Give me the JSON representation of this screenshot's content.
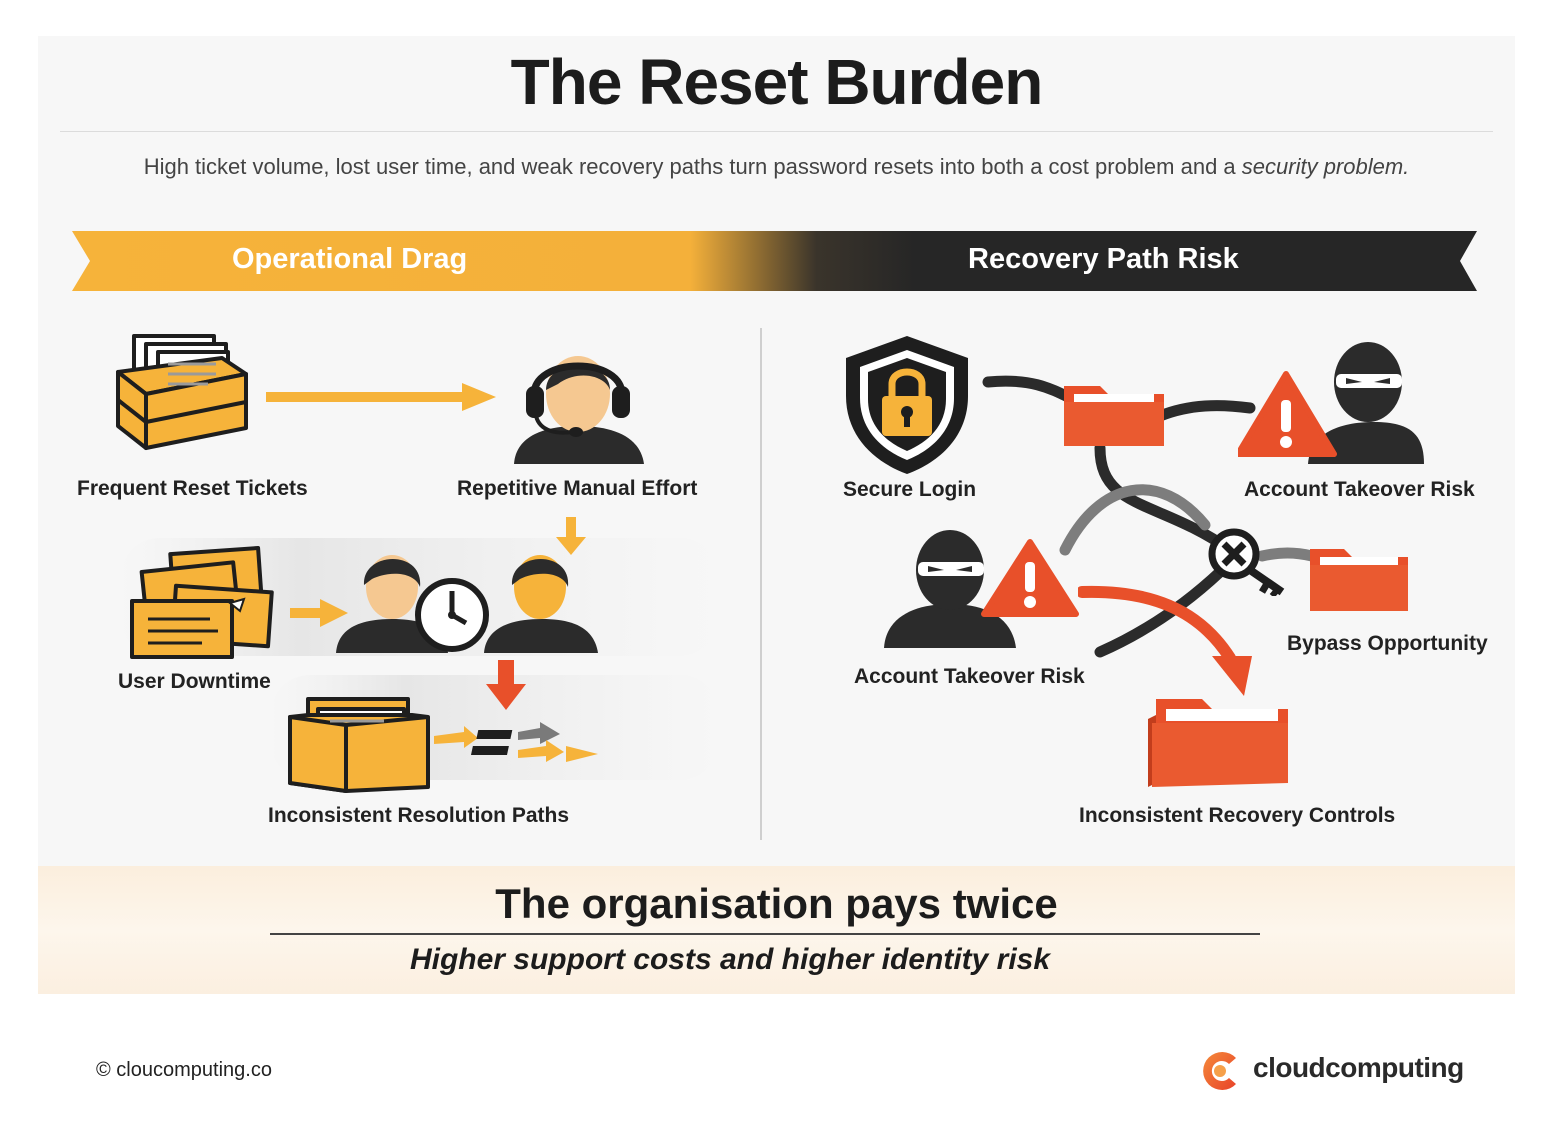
{
  "title": "The Reset Burden",
  "subtitle": {
    "main": "High ticket volume, lost user time, and weak recovery paths turn password resets into both a cost problem and a ",
    "emphasis": "security problem."
  },
  "banners": {
    "left": "Operational Drag",
    "right": "Recovery Path Risk"
  },
  "left_panel": {
    "frequent_tickets": "Frequent Reset Tickets",
    "manual_effort": "Repetitive Manual Effort",
    "user_downtime": "User Downtime",
    "inconsistent_paths": "Inconsistent Resolution Paths"
  },
  "right_panel": {
    "secure_login": "Secure Login",
    "takeover_risk_top": "Account Takeover Risk",
    "takeover_risk_mid": "Account Takeover Risk",
    "bypass": "Bypass Opportunity",
    "inconsistent_controls": "Inconsistent Recovery Controls"
  },
  "bottom": {
    "title": "The organisation pays twice",
    "subtitle": "Higher support costs and higher identity risk"
  },
  "footer": {
    "copyright": "© cloucomputing.co",
    "brand": "cloudcomputing"
  },
  "colors": {
    "amber": "#f6b33a",
    "dark": "#2b2b2b",
    "red_orange": "#e8502a",
    "skin": "#f5c891"
  }
}
